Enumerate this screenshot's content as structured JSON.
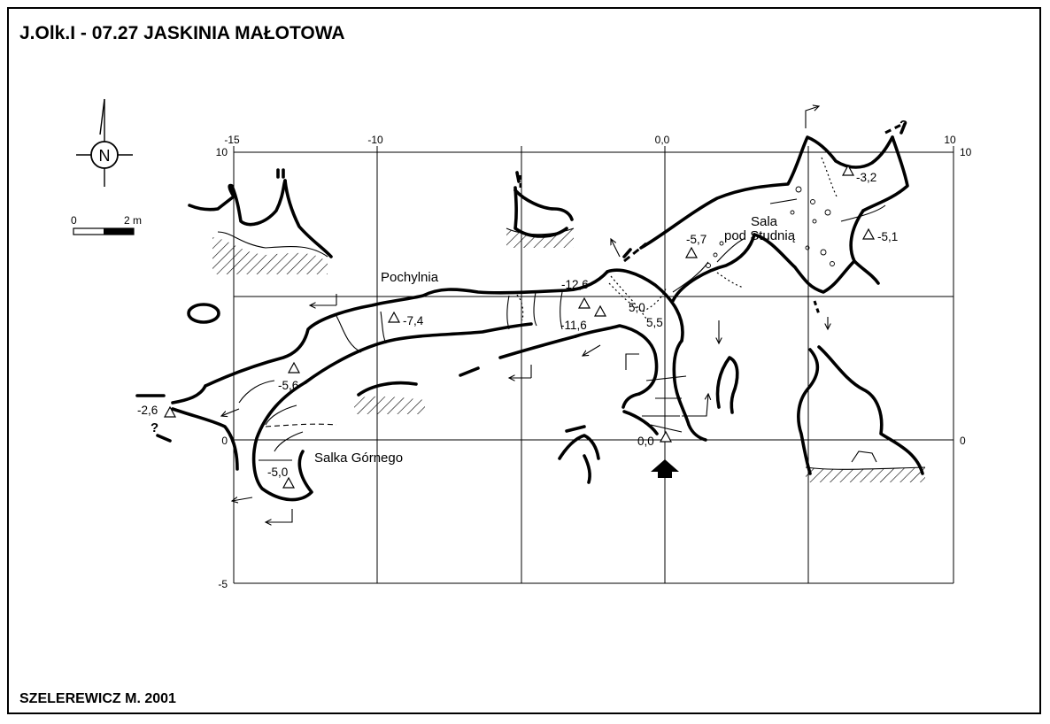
{
  "map": {
    "title": "J.Olk.I - 07.27  JASKINIA MAŁOTOWA",
    "author_credit": "SZELEREWICZ M.  2001",
    "north_label": "N",
    "scale_bar": {
      "start_label": "0",
      "end_label": "2 m",
      "length_m": 2
    },
    "grid": {
      "x_labels": [
        "-15",
        "-10",
        "0,0",
        "10"
      ],
      "y_labels_left": [
        "10",
        "0",
        "-5"
      ],
      "y_labels_right": [
        "10",
        "0"
      ]
    },
    "place_names": {
      "pochylnia": "Pochylnia",
      "salka_gornego": "Salka Górnego",
      "sala_line1": "Sala",
      "sala_line2": "pod Studnią"
    },
    "depth_marks": [
      "-3,2",
      "-5,1",
      "-5,7",
      "-12,6",
      "-11,6",
      "5,0",
      "5,5",
      "-7,4",
      "-5,6",
      "-2,6",
      "-5,0",
      "0,0"
    ],
    "unknown_continuation_marks": [
      "?",
      "?"
    ],
    "colors": {
      "ink": "#000000",
      "paper": "#ffffff"
    }
  }
}
